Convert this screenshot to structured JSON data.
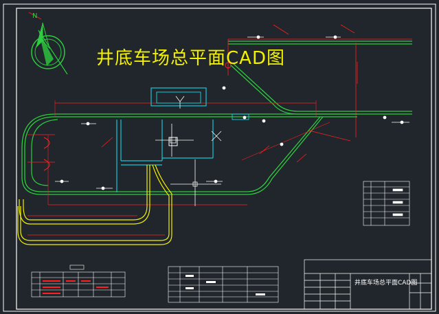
{
  "drawing": {
    "title": "井底车场总平面CAD图",
    "north_label": "N",
    "title_block_name": "井底车场总平面CAD图"
  },
  "colors": {
    "background": "#20262b",
    "frame": "#ffffff",
    "track_green": "#2ecc40",
    "track_red": "#ff2020",
    "track_yellow": "#f5f000",
    "structure_cyan": "#19c6d8",
    "title_yellow": "#f3f000"
  },
  "icons": [
    "north-arrow-icon",
    "crosshair-icon",
    "switch-marker-icon"
  ]
}
